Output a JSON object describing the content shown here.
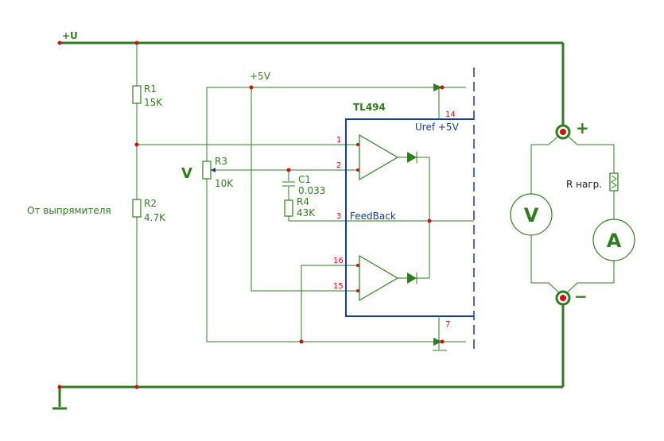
{
  "supply": {
    "label": "+U"
  },
  "r1": {
    "name": "R1",
    "value": "15K"
  },
  "r2": {
    "name": "R2",
    "value": "4.7K"
  },
  "r3": {
    "name": "R3",
    "value": "10K"
  },
  "r4": {
    "name": "R4",
    "value": "43K"
  },
  "c1": {
    "name": "C1",
    "value": "0.033"
  },
  "ref_rail": {
    "label": "+5V"
  },
  "source_label": "От выпрямителя",
  "v_adjust_label": "V",
  "ic": {
    "name": "TL494",
    "uref_label": "Uref +5V",
    "feedback_label": "FeedBack",
    "pins": [
      "1",
      "2",
      "3",
      "16",
      "15",
      "14",
      "7"
    ]
  },
  "output": {
    "plus": "+",
    "minus": "−",
    "load_label": "R нагр.",
    "voltmeter": "V",
    "ammeter": "A"
  },
  "colors": {
    "wire": "#2e7d1e",
    "ic_outline": "#1a3a8a",
    "pin_numbers": "#cc1111"
  }
}
